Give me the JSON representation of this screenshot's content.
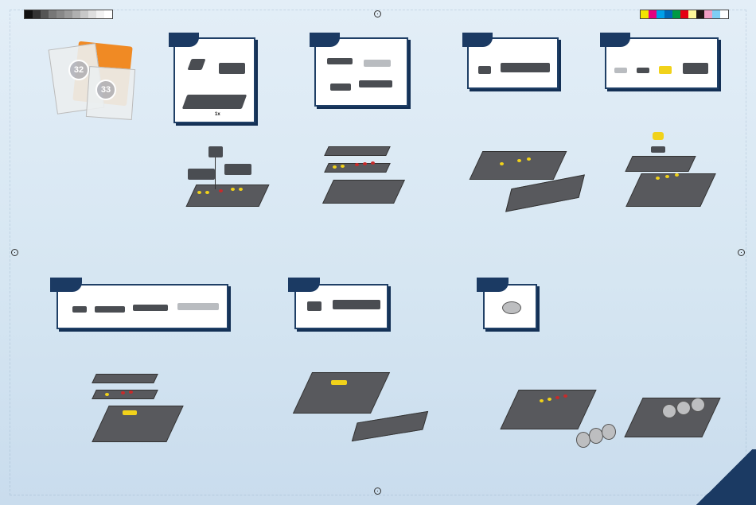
{
  "calibration": {
    "grayscale": [
      "#111111",
      "#333333",
      "#555555",
      "#777777",
      "#888888",
      "#9a9a9a",
      "#b0b0b0",
      "#c8c8c8",
      "#dedede",
      "#f2f2f2",
      "#ffffff"
    ],
    "colors": [
      "#f2e500",
      "#e6007e",
      "#00a0e9",
      "#0068b7",
      "#009944",
      "#e60012",
      "#fff799",
      "#231815",
      "#f19ec2",
      "#7ecef4",
      "#ffffff"
    ]
  },
  "bags": {
    "bag_a_number": "32",
    "bag_b_number": "33",
    "card_color": "#f08a24"
  },
  "steps": {
    "step1": {
      "part_qty": "1x"
    }
  },
  "footer": {
    "left_file_text": "",
    "right_date_text": "",
    "right_time_text": ""
  },
  "colors": {
    "step_header": "#1b3a63",
    "stud_yellow": "#f1d21a",
    "stud_red": "#c82b2b",
    "part_dark": "#4a4d52",
    "part_light": "#b9bcc0"
  }
}
